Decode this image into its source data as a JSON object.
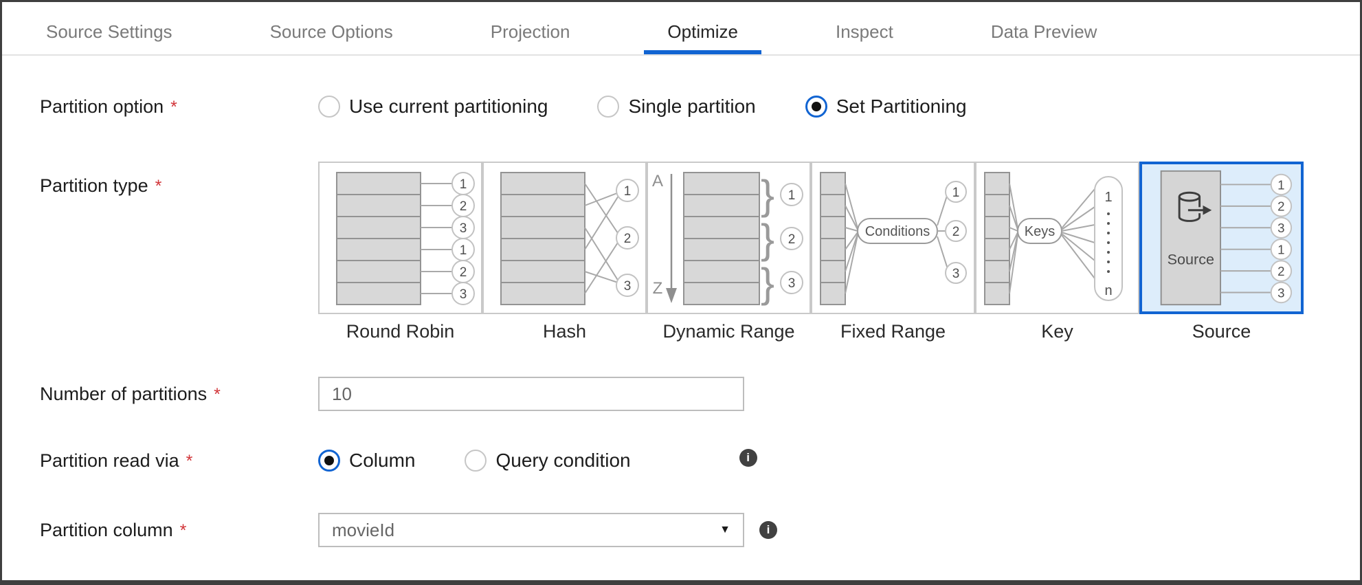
{
  "icons": {
    "info": "i",
    "caret": "▼",
    "required": "*"
  },
  "colors": {
    "accent": "#1164d2",
    "selected_tile_bg": "#ddedfb",
    "required_marker": "#d13438",
    "info_icon_bg": "#414141"
  },
  "tabs": {
    "items": [
      {
        "label": "Source Settings",
        "active": false
      },
      {
        "label": "Source Options",
        "active": false
      },
      {
        "label": "Projection",
        "active": false
      },
      {
        "label": "Optimize",
        "active": true
      },
      {
        "label": "Inspect",
        "active": false
      },
      {
        "label": "Data Preview",
        "active": false
      }
    ]
  },
  "form": {
    "partition_option": {
      "label": "Partition option",
      "required": true,
      "options": [
        {
          "label": "Use current partitioning",
          "selected": false
        },
        {
          "label": "Single partition",
          "selected": false
        },
        {
          "label": "Set Partitioning",
          "selected": true
        }
      ]
    },
    "partition_type": {
      "label": "Partition type",
      "required": true,
      "tiles": [
        {
          "name": "Round Robin",
          "selected": false,
          "outputs": [
            "1",
            "2",
            "3",
            "1",
            "2",
            "3"
          ]
        },
        {
          "name": "Hash",
          "selected": false,
          "outputs": [
            "1",
            "2",
            "3"
          ]
        },
        {
          "name": "Dynamic Range",
          "selected": false,
          "sort_top": "A",
          "sort_bottom": "Z",
          "outputs": [
            "1",
            "2",
            "3"
          ]
        },
        {
          "name": "Fixed Range",
          "selected": false,
          "pill_label": "Conditions",
          "outputs": [
            "1",
            "2",
            "3"
          ]
        },
        {
          "name": "Key",
          "selected": false,
          "pill_label": "Keys",
          "range_top": "1",
          "range_bottom": "n"
        },
        {
          "name": "Source",
          "selected": true,
          "box_label": "Source",
          "outputs": [
            "1",
            "2",
            "3",
            "1",
            "2",
            "3"
          ]
        }
      ]
    },
    "number_of_partitions": {
      "label": "Number of partitions",
      "required": true,
      "value": "10"
    },
    "partition_read_via": {
      "label": "Partition read via",
      "required": true,
      "options": [
        {
          "label": "Column",
          "selected": true
        },
        {
          "label": "Query condition",
          "selected": false
        }
      ]
    },
    "partition_column": {
      "label": "Partition column",
      "required": true,
      "value": "movieId"
    }
  }
}
